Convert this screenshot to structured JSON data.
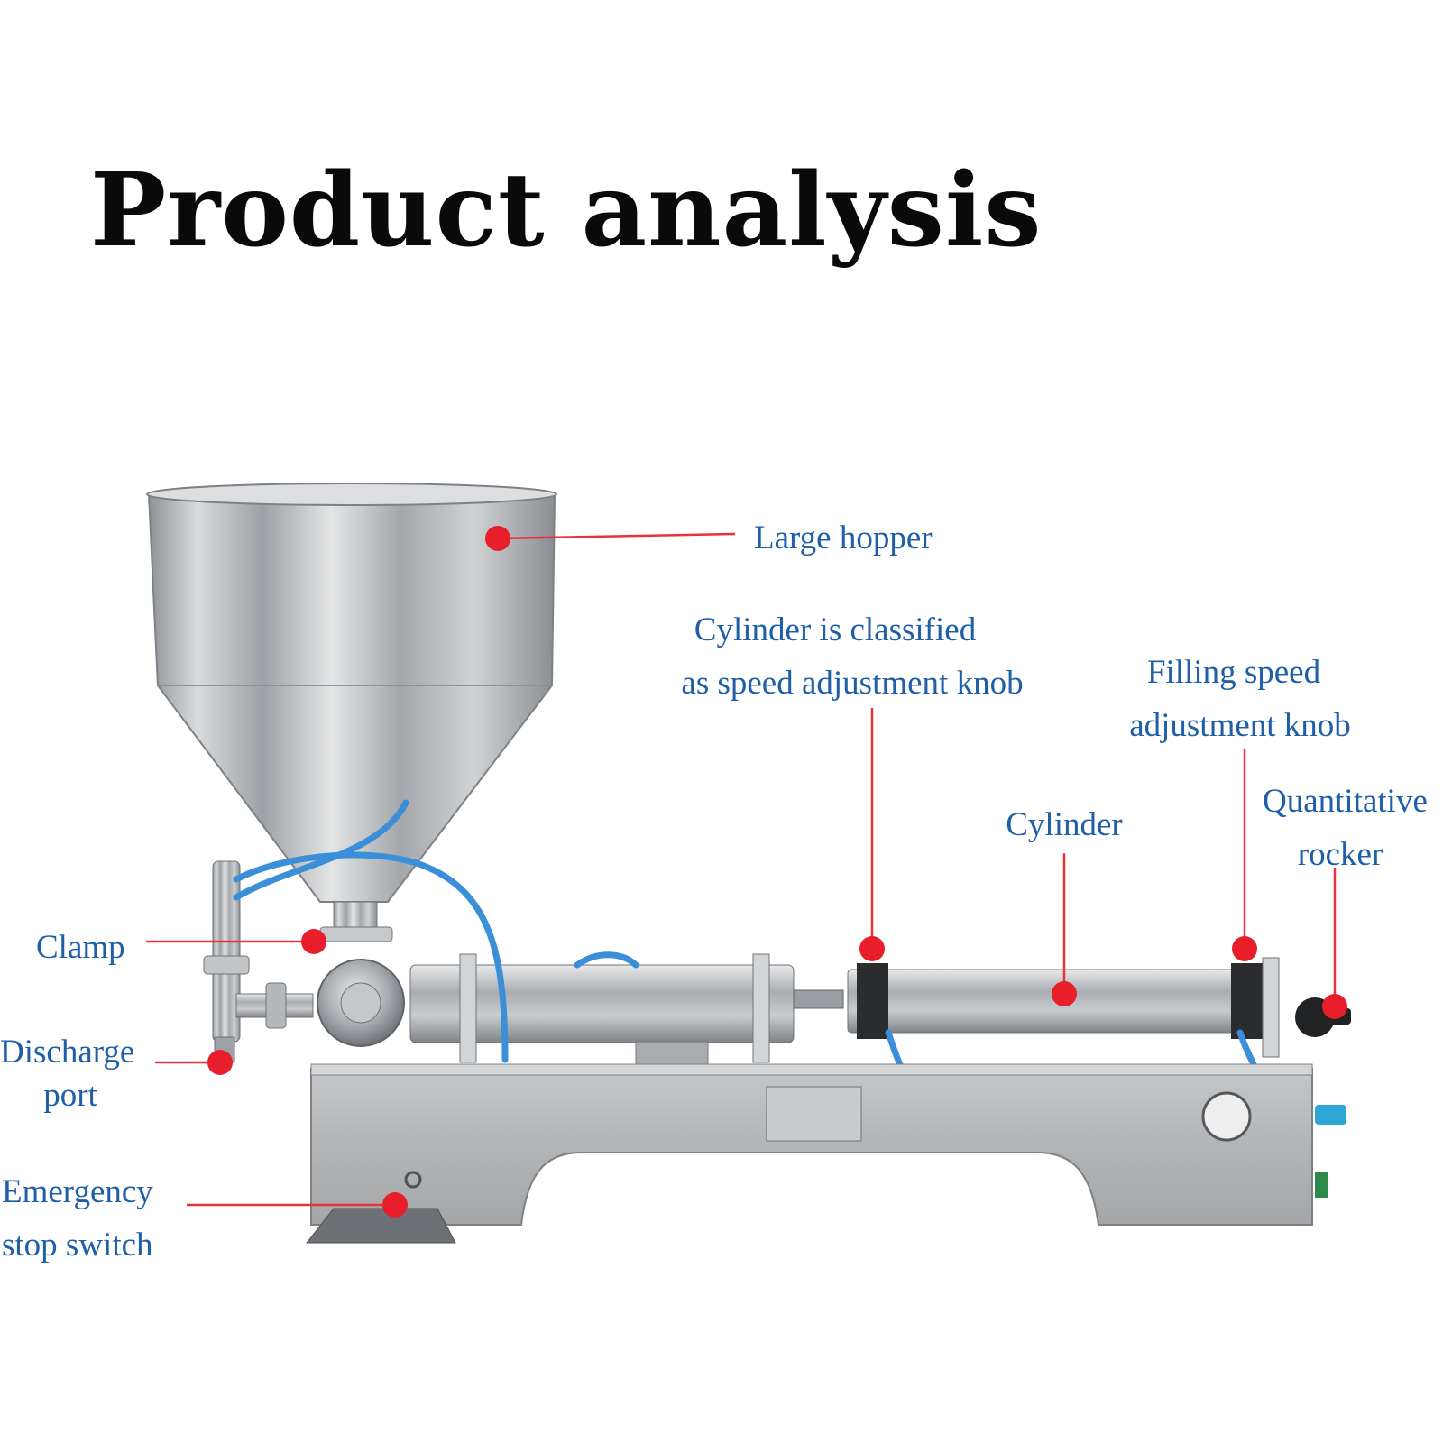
{
  "title": "Product analysis",
  "colors": {
    "label_text": "#1f5fa8",
    "callout_line": "#e8323c",
    "callout_dot": "#e81e2a",
    "pneumatic_hose": "#3a8fd8",
    "steel": "#b9bcc0"
  },
  "callouts": [
    {
      "id": "large-hopper",
      "lines": [
        "Large hopper"
      ]
    },
    {
      "id": "cylinder-classified",
      "lines": [
        "Cylinder is classified",
        "as speed adjustment knob"
      ]
    },
    {
      "id": "filling-speed",
      "lines": [
        "Filling speed",
        "adjustment knob"
      ]
    },
    {
      "id": "quantitative-rocker",
      "lines": [
        "Quantitative",
        "rocker"
      ]
    },
    {
      "id": "cylinder",
      "lines": [
        "Cylinder"
      ]
    },
    {
      "id": "clamp",
      "lines": [
        "Clamp"
      ]
    },
    {
      "id": "discharge-port",
      "lines": [
        "Discharge",
        "port"
      ]
    },
    {
      "id": "emergency-stop",
      "lines": [
        "Emergency",
        "stop switch"
      ]
    }
  ]
}
